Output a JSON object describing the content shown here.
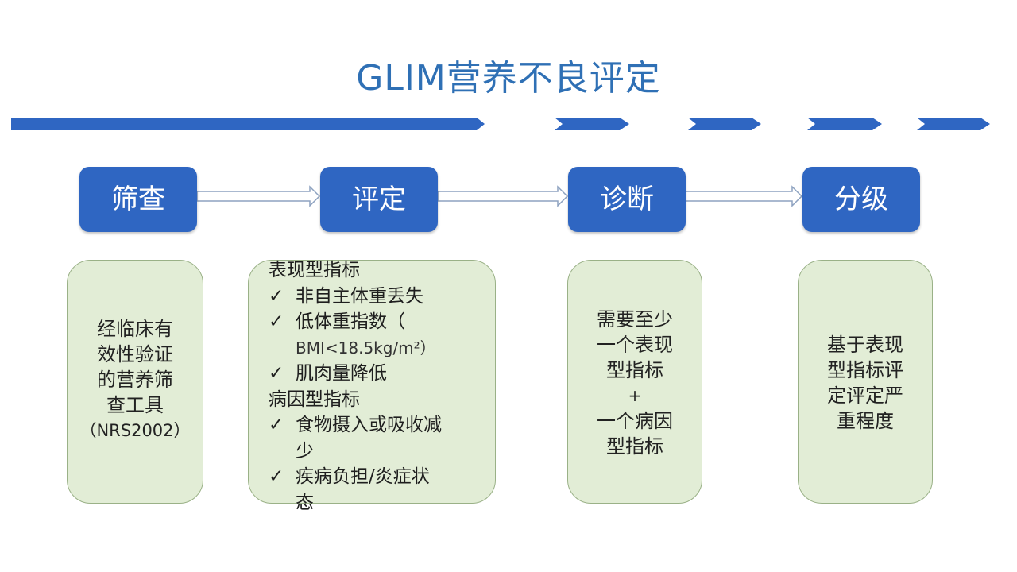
{
  "title": "GLIM营养不良评定",
  "colors": {
    "title": "#2f70b5",
    "step_fill": "#2f66c2",
    "divider": "#2f66c2",
    "card_fill": "#e2edd6",
    "card_border": "#9ab187"
  },
  "steps": [
    {
      "label": "筛查"
    },
    {
      "label": "评定"
    },
    {
      "label": "诊断"
    },
    {
      "label": "分级"
    }
  ],
  "screening": {
    "lines": [
      "经临床有",
      "效性验证",
      "的营养筛",
      "查工具",
      "（NRS2002）"
    ]
  },
  "assessment": {
    "phenotype_header": "表现型指标",
    "phenotype_items": [
      "非自主体重丢失",
      "低体重指数（",
      "BMI<18.5kg/m²）",
      "肌肉量降低"
    ],
    "etiology_header": "病因型指标",
    "etiology_items": [
      "食物摄入或吸收减",
      "少",
      "疾病负担/炎症状",
      "态"
    ],
    "check_icon": "check-mark-icon"
  },
  "diagnosis": {
    "lines": [
      "需要至少",
      "一个表现",
      "型指标",
      "+",
      "一个病因",
      "型指标"
    ]
  },
  "grading": {
    "lines": [
      "基于表现",
      "型指标评",
      "定评定严",
      "重程度"
    ]
  }
}
